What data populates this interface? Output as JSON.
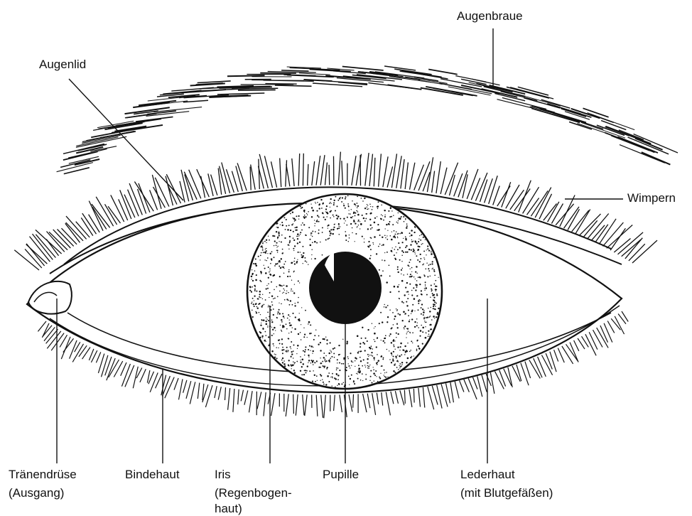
{
  "labels": {
    "augenbraue": "Augenbraue",
    "augenlid": "Augenlid",
    "wimpern": "Wimpern",
    "traenenduese": "Tränendrüse",
    "traenenduese_sub": "(Ausgang)",
    "bindehaut": "Bindehaut",
    "iris": "Iris",
    "iris_sub1": "(Regenbogen-",
    "iris_sub2": "haut)",
    "pupille": "Pupille",
    "lederhaut": "Lederhaut",
    "lederhaut_sub": "(mit Blutgefäßen)"
  },
  "colors": {
    "ink": "#111111",
    "paper": "#ffffff"
  }
}
